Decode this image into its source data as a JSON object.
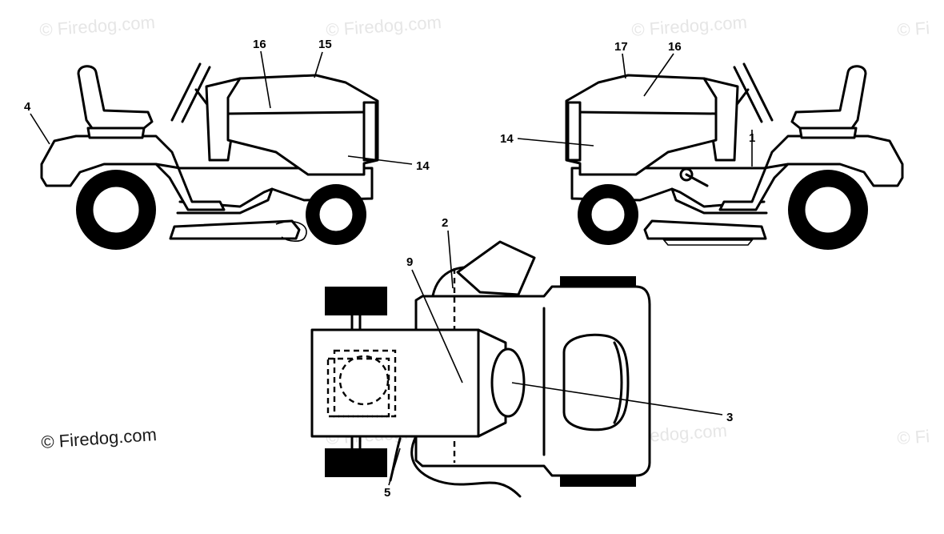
{
  "watermarks": [
    "© Firedog.com",
    "© Firedog.com",
    "© Firedog.com",
    "© Fi",
    "© Firedog.com",
    "© Firedog.com",
    "© Fi"
  ],
  "watermark_visible": "© Firedog.com",
  "callouts": {
    "left_16": "16",
    "left_15": "15",
    "left_4": "4",
    "left_14": "14",
    "right_17": "17",
    "right_16": "16",
    "right_14": "14",
    "right_1": "1",
    "top_2": "2",
    "top_9": "9",
    "top_3": "3",
    "top_5": "5"
  },
  "colors": {
    "line": "#000000",
    "background": "#ffffff",
    "watermark_faint": "#e6e6e6"
  }
}
